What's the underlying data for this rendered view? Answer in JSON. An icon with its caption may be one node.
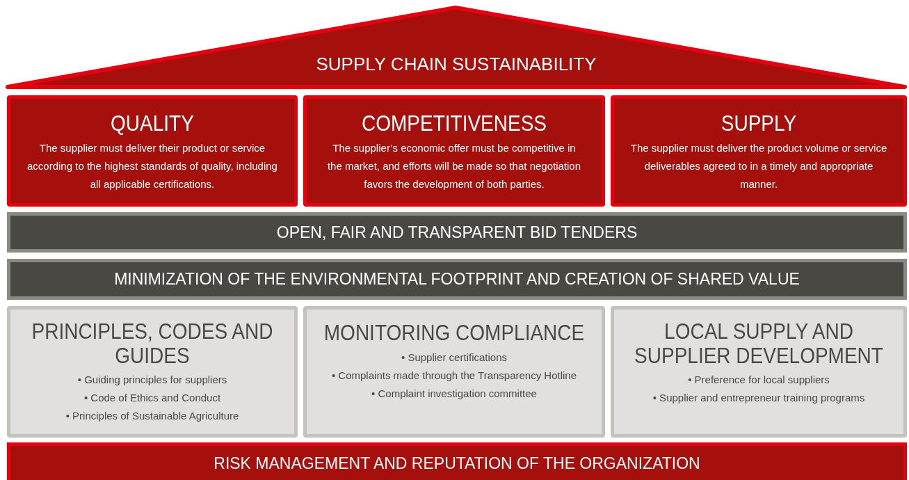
{
  "diagram": {
    "nodes": [
      {
        "text": [
          "SUPPLY CHAIN SUSTAINABILITY"
        ]
      },
      {
        "text": [
          "QUALITY",
          "The supplier must deliver their product or service according to the highest standards of quality, including all applicable certifications."
        ]
      },
      {
        "text": [
          "COMPETITIVENESS",
          "The supplier’s economic offer must be competitive in the market, and efforts will be made so that negotiation favors the development of both parties."
        ]
      },
      {
        "text": [
          "SUPPLY",
          "The supplier must deliver the product volume or service deliverables agreed to in a timely and appropriate manner."
        ]
      },
      {
        "text": [
          "OPEN, FAIR AND TRANSPARENT BID TENDERS"
        ]
      },
      {
        "text": [
          "MINIMIZATION OF THE ENVIRONMENTAL FOOTPRINT AND CREATION OF SHARED VALUE"
        ]
      },
      {
        "text": [
          "PRINCIPLES, CODES AND GUIDES",
          "• Guiding principles for suppliers",
          "• Code of Ethics and Conduct",
          "• Principles of Sustainable Agriculture"
        ]
      },
      {
        "text": [
          "MONITORING COMPLIANCE",
          "• Supplier certifications",
          "• Complaints made through the Transparency Hotline",
          "• Complaint investigation committee"
        ]
      },
      {
        "text": [
          "LOCAL SUPPLY AND SUPPLIER DEVELOPMENT",
          "• Preference for local suppliers",
          "• Supplier and entrepreneur training programs"
        ]
      },
      {
        "text": [
          "RISK MANAGEMENT AND REPUTATION OF THE ORGANIZATION"
        ]
      }
    ]
  }
}
